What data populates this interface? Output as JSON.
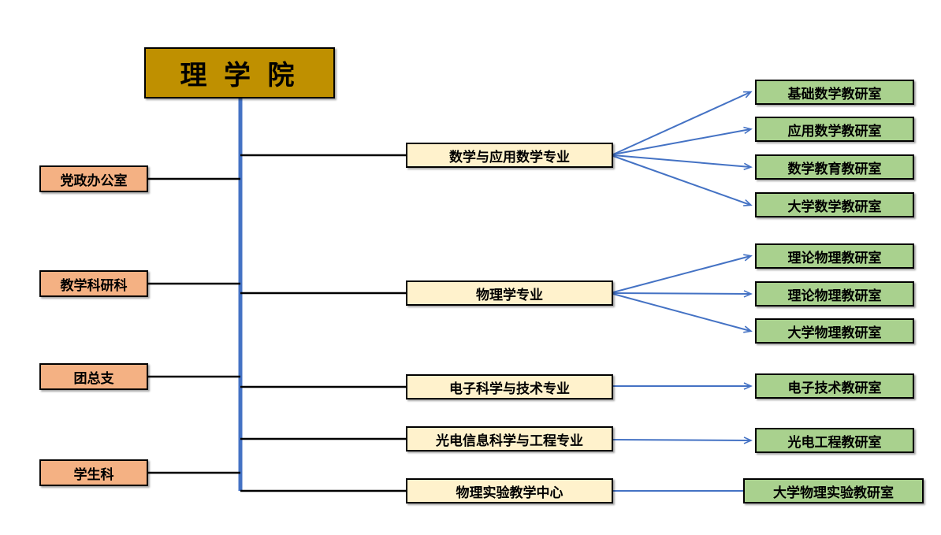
{
  "root": {
    "label": "理 学 院"
  },
  "departments": [
    {
      "label": "党政办公室"
    },
    {
      "label": "教学科研科"
    },
    {
      "label": "团总支"
    },
    {
      "label": "学生科"
    }
  ],
  "majors": [
    {
      "label": "数学与应用数学专业",
      "offices": [
        "基础数学教研室",
        "应用数学教研室",
        "数学教育教研室",
        "大学数学教研室"
      ]
    },
    {
      "label": "物理学专业",
      "offices": [
        "理论物理教研室",
        "理论物理教研室",
        "大学物理教研室"
      ]
    },
    {
      "label": "电子科学与技术专业",
      "offices": [
        "电子技术教研室"
      ]
    },
    {
      "label": "光电信息科学与工程专业",
      "offices": [
        "光电工程教研室"
      ]
    },
    {
      "label": "物理实验教学中心",
      "offices": [
        "大学物理实验教研室"
      ]
    }
  ],
  "colors": {
    "root_fill": "#BF9000",
    "dept_fill": "#F4B183",
    "major_fill": "#FFF2CC",
    "office_fill": "#A9D18E",
    "connector_blue": "#4472C4",
    "line_black": "#000000"
  }
}
